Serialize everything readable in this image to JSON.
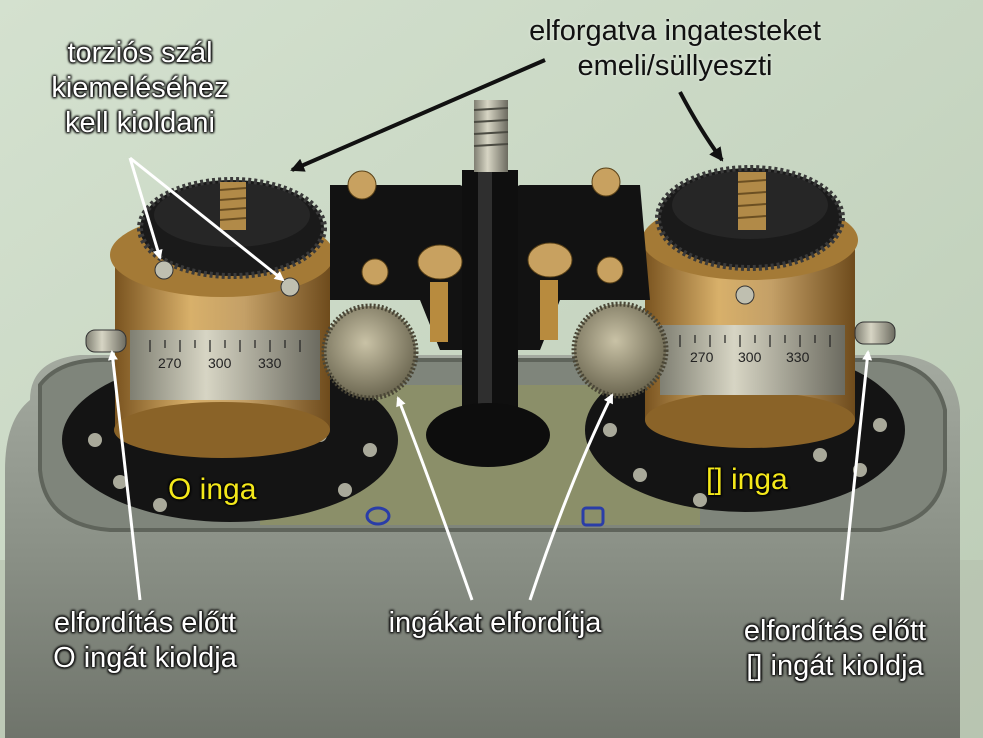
{
  "labels": {
    "top_left": "torziós szál\nkiemeléséhez\nkell kioldani",
    "top_right": "elforgatva ingatesteket\nemeli/süllyeszti",
    "left_pendulum": "O inga",
    "right_pendulum": "[] inga",
    "bottom_left": "elfordítás előtt\nO ingát kioldja",
    "bottom_center": "ingákat elfordítja",
    "bottom_right": "elfordítás előtt\n[] ingát kioldja"
  },
  "dial_scale": {
    "left": [
      "270",
      "300",
      "330"
    ],
    "right": [
      "270",
      "300",
      "330"
    ]
  },
  "colors": {
    "background_wall": "#c9d7c4",
    "housing": "#8f958c",
    "brass": "#b8893e",
    "black_metal": "#151515",
    "label_text": "#ffffff",
    "pendulum_label": "#f4e81a"
  }
}
